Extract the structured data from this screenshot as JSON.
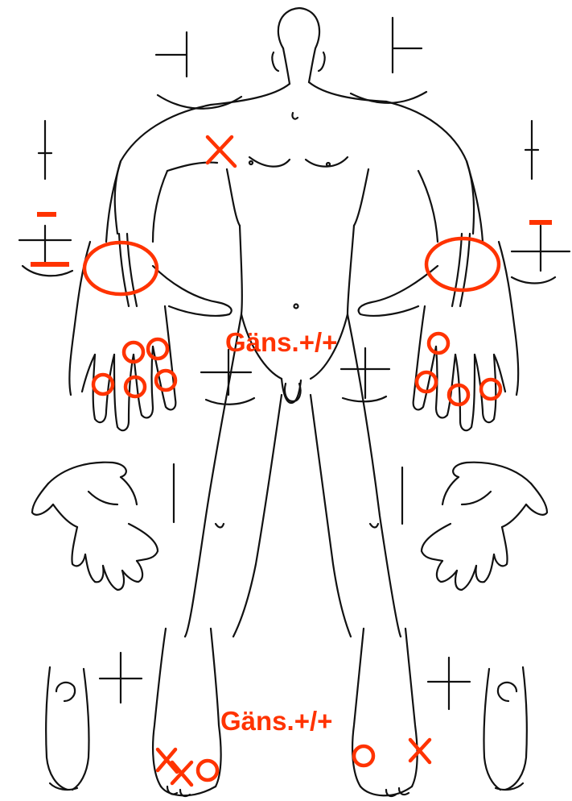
{
  "figure": {
    "description_name": "homunculus-joint-chart",
    "accent_color": "#ff3300",
    "ink_color": "#111111"
  },
  "annotations": {
    "upper_label": "Gäns.+/+",
    "lower_label": "Gäns.+/+"
  },
  "markers": {
    "swollen_joint_symbol": "circle",
    "tender_joint_symbol": "cross",
    "reduced_symbol": "minus"
  }
}
